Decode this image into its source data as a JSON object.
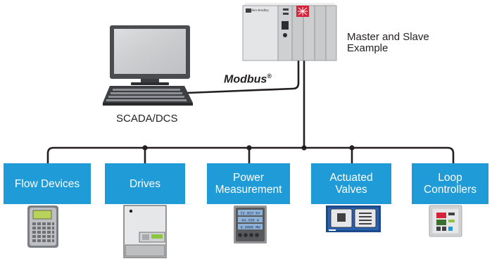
{
  "master_slave_label_line1": "Master and Slave",
  "master_slave_label_line2": "Example",
  "protocol_label": "Modbus",
  "protocol_mark": "®",
  "scada_label": "SCADA/DCS",
  "plc_brand": "Allen-Bradley",
  "devices": [
    {
      "line1": "Flow Devices",
      "line2": ""
    },
    {
      "line1": "Drives",
      "line2": ""
    },
    {
      "line1": "Power",
      "line2": "Measurement"
    },
    {
      "line1": "Actuated",
      "line2": "Valves"
    },
    {
      "line1": "Loop",
      "line2": "Controllers"
    }
  ],
  "meter_readout": [
    "22.023 KV",
    "44.335 A",
    "0.0000 MW"
  ],
  "colors": {
    "device_box": "#1f9bd7",
    "line": "#231f20",
    "valve_panel": "#1a4a8c",
    "plc_accent": "#d7233a"
  },
  "icons": [
    "computer-monitor-icon",
    "keyboard-icon",
    "plc-rack-icon",
    "flow-device-icon",
    "drive-icon",
    "power-meter-icon",
    "valve-panel-icon",
    "loop-controller-icon"
  ]
}
